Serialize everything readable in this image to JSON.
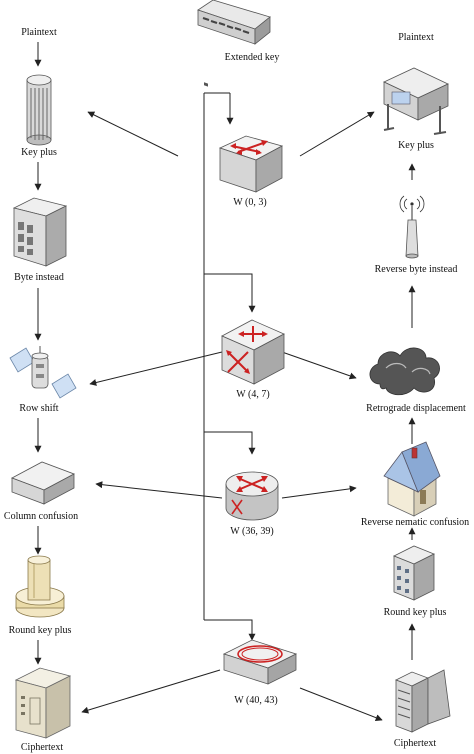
{
  "left_column": {
    "plaintext": "Plaintext",
    "key_plus": "Key plus",
    "byte_instead": "Byte instead",
    "row_shift": "Row shift",
    "column_confusion": "Column confusion",
    "round_key_plus": "Round key plus",
    "ciphertext": "Ciphertext"
  },
  "center_column": {
    "extended_key": "Extended key",
    "w_0_3": "W (0, 3)",
    "w_4_7": "W (4, 7)",
    "w_36_39": "W (36, 39)",
    "w_40_43": "W (40, 43)"
  },
  "right_column": {
    "plaintext": "Plaintext",
    "key_plus": "Key plus",
    "reverse_byte_instead": "Reverse byte instead",
    "retrograde_displacement": "Retrograde displacement",
    "reverse_nematic_confusion": "Reverse nematic confusion",
    "round_key_plus": "Round key plus",
    "ciphertext": "Ciphertext"
  },
  "colors": {
    "line": "#222222",
    "router_arrow": "#cc2222",
    "building_face": "#e4e4e4",
    "building_side": "#b9b9b9"
  },
  "icons": {
    "extended_key": "network-switch-icon",
    "w_0_3": "workgroup-switch-icon",
    "w_4_7": "multilayer-switch-icon",
    "w_36_39": "router-icon",
    "w_40_43": "ring-switch-icon",
    "left_key_plus": "cylinder-tower-icon",
    "byte_instead": "server-cabinet-icon",
    "row_shift": "satellite-icon",
    "column_confusion": "flat-box-icon",
    "left_round_key_plus": "column-tower-icon",
    "left_ciphertext": "mainframe-icon",
    "right_key_plus": "plotter-icon",
    "reverse_byte_instead": "wireless-antenna-icon",
    "retrograde_displacement": "cloud-icon",
    "reverse_nematic_confusion": "house-icon",
    "right_round_key_plus": "office-building-icon",
    "right_ciphertext": "storage-array-icon"
  }
}
